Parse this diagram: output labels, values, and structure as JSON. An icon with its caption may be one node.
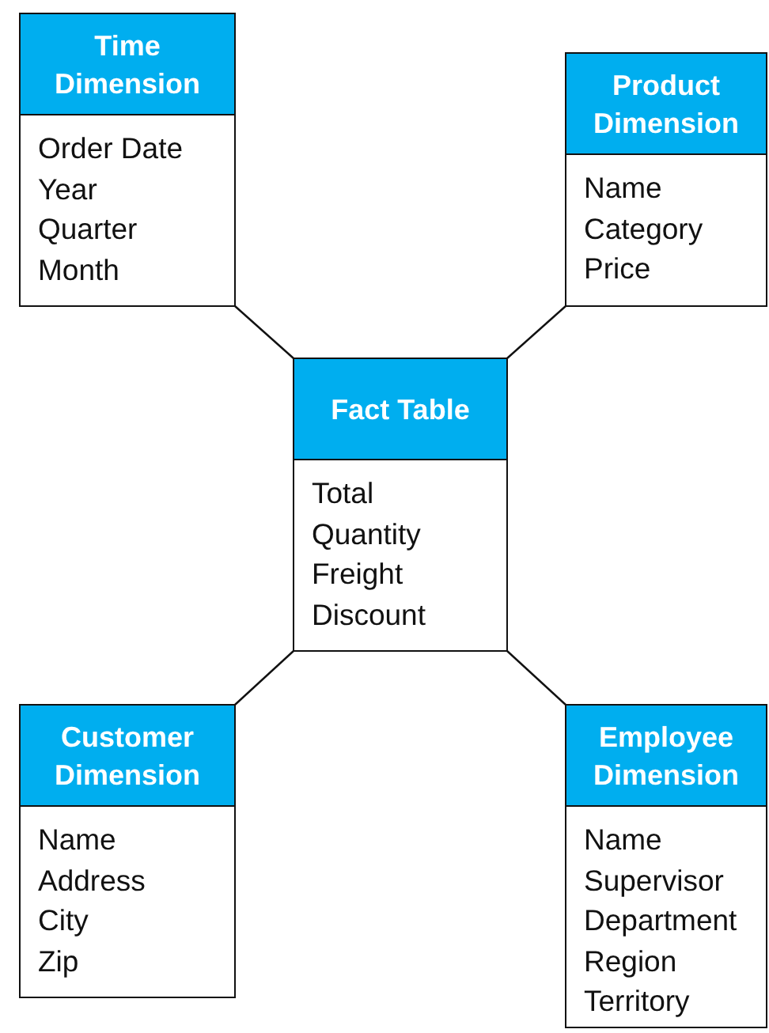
{
  "diagram": {
    "nodes": [
      {
        "text": [
          "Time Dimension",
          "Order Date",
          "Year",
          "Quarter",
          "Month"
        ]
      },
      {
        "text": [
          "Product Dimension",
          "Name",
          "Category",
          "Price"
        ]
      },
      {
        "text": [
          "Fact Table",
          "Total",
          "Quantity",
          "Freight",
          "Discount"
        ]
      },
      {
        "text": [
          "Customer Dimension",
          "Name",
          "Address",
          "City",
          "Zip"
        ]
      },
      {
        "text": [
          "Employee Dimension",
          "Name",
          "Supervisor",
          "Department",
          "Region",
          "Territory"
        ]
      }
    ],
    "edges": [
      {
        "from": 0,
        "to": 2,
        "arrow": "none"
      },
      {
        "from": 1,
        "to": 2,
        "arrow": "none"
      },
      {
        "from": 3,
        "to": 2,
        "arrow": "none"
      },
      {
        "from": 4,
        "to": 2,
        "arrow": "none"
      }
    ]
  }
}
